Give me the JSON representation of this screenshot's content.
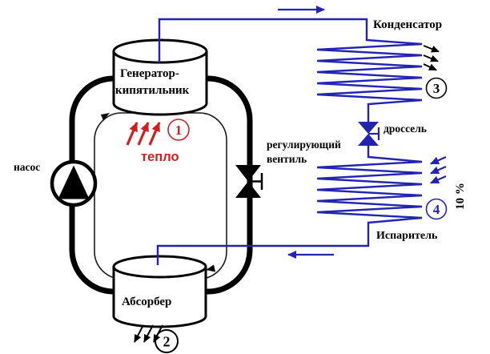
{
  "diagram": {
    "type": "absorption-refrigeration-cycle",
    "labels": {
      "condenser": "Конденсатор",
      "generator_line1": "Генератор-",
      "generator_line2": "кипятильник",
      "absorber": "Абсорбер",
      "evaporator": "Испаритель",
      "pump": "насос",
      "throttle": "дроссель",
      "regulating_valve_line1": "регулирующий",
      "regulating_valve_line2": "вентиль",
      "heat": "тепло",
      "concentration": "10 %"
    },
    "markers": {
      "heat_in": "1",
      "absorber_out": "2",
      "condenser_out": "3",
      "evaporator_in": "4"
    },
    "colors": {
      "refrigerant_blue": "#2323b2",
      "heat_red": "#cf1f1f",
      "line_black": "#000000"
    }
  }
}
